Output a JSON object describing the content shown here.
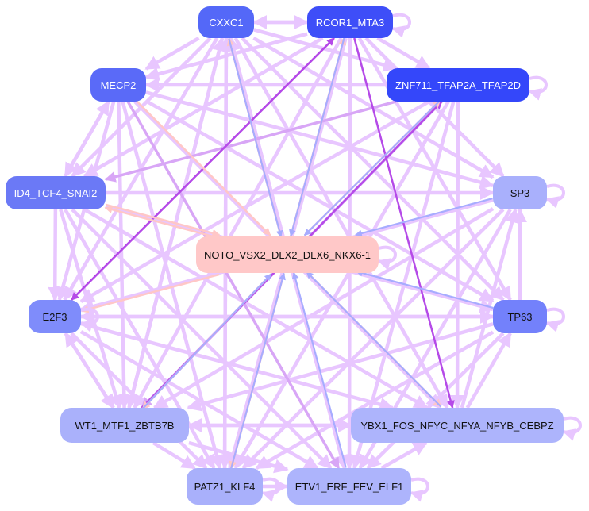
{
  "colors": {
    "edge_light": "#e8c6ff",
    "edge_mid": "#d8a6f6",
    "edge_strong": "#b54ae8",
    "edge_blue": "#a7acff",
    "edge_pink": "#ffc7c7",
    "background": "#ffffff"
  },
  "nodes": [
    {
      "id": "CXXC1",
      "label": "CXXC1",
      "color": "#5468f8",
      "text_color": "#ffffff"
    },
    {
      "id": "RCOR1_MTA3",
      "label": "RCOR1_MTA3",
      "color": "#3e4ef8",
      "text_color": "#ffffff"
    },
    {
      "id": "ZNF711",
      "label": "ZNF711_TFAP2A_TFAP2D",
      "color": "#3447fa",
      "text_color": "#ffffff"
    },
    {
      "id": "MECP2",
      "label": "MECP2",
      "color": "#5a6af8",
      "text_color": "#ffffff"
    },
    {
      "id": "ID4",
      "label": "ID4_TCF4_SNAI2",
      "color": "#6b79f6",
      "text_color": "#ffffff"
    },
    {
      "id": "SP3",
      "label": "SP3",
      "color": "#a9b0fc",
      "text_color": "#111111"
    },
    {
      "id": "NOTO",
      "label": "NOTO_VSX2_DLX2_DLX6_NKX6-1",
      "color": "#ffc8c8",
      "text_color": "#111111"
    },
    {
      "id": "E2F3",
      "label": "E2F3",
      "color": "#7f8cfb",
      "text_color": "#111111"
    },
    {
      "id": "TP63",
      "label": "TP63",
      "color": "#7381fb",
      "text_color": "#111111"
    },
    {
      "id": "WT1",
      "label": "WT1_MTF1_ZBTB7B",
      "color": "#aab1fb",
      "text_color": "#111111"
    },
    {
      "id": "YBX1",
      "label": "YBX1_FOS_NFYC_NFYA_NFYB_CEBPZ",
      "color": "#adb4fc",
      "text_color": "#111111"
    },
    {
      "id": "PATZ1",
      "label": "PATZ1_KLF4",
      "color": "#a9b0fb",
      "text_color": "#111111"
    },
    {
      "id": "ETV1",
      "label": "ETV1_ERF_FEV_ELF1",
      "color": "#adb4fc",
      "text_color": "#111111"
    }
  ],
  "edges": [
    [
      "CXXC1",
      "RCOR1_MTA3",
      "light"
    ],
    [
      "RCOR1_MTA3",
      "CXXC1",
      "light"
    ],
    [
      "CXXC1",
      "ZNF711",
      "light"
    ],
    [
      "CXXC1",
      "SP3",
      "light"
    ],
    [
      "CXXC1",
      "TP63",
      "light"
    ],
    [
      "CXXC1",
      "YBX1",
      "light"
    ],
    [
      "CXXC1",
      "ETV1",
      "light"
    ],
    [
      "CXXC1",
      "PATZ1",
      "light"
    ],
    [
      "CXXC1",
      "WT1",
      "light"
    ],
    [
      "CXXC1",
      "E2F3",
      "light"
    ],
    [
      "CXXC1",
      "ID4",
      "light"
    ],
    [
      "CXXC1",
      "MECP2",
      "light"
    ],
    [
      "CXXC1",
      "NOTO",
      "blue"
    ],
    [
      "NOTO",
      "CXXC1",
      "pink"
    ],
    [
      "RCOR1_MTA3",
      "NOTO",
      "blue"
    ],
    [
      "NOTO",
      "RCOR1_MTA3",
      "pink"
    ],
    [
      "RCOR1_MTA3",
      "MECP2",
      "light"
    ],
    [
      "RCOR1_MTA3",
      "ID4",
      "light"
    ],
    [
      "RCOR1_MTA3",
      "E2F3",
      "strong"
    ],
    [
      "RCOR1_MTA3",
      "WT1",
      "light"
    ],
    [
      "RCOR1_MTA3",
      "PATZ1",
      "light"
    ],
    [
      "RCOR1_MTA3",
      "ETV1",
      "light"
    ],
    [
      "RCOR1_MTA3",
      "YBX1",
      "strong"
    ],
    [
      "RCOR1_MTA3",
      "TP63",
      "light"
    ],
    [
      "RCOR1_MTA3",
      "SP3",
      "light"
    ],
    [
      "RCOR1_MTA3",
      "ZNF711",
      "light"
    ],
    [
      "ZNF711",
      "NOTO",
      "blue"
    ],
    [
      "NOTO",
      "ZNF711",
      "pink"
    ],
    [
      "ZNF711",
      "MECP2",
      "light"
    ],
    [
      "ZNF711",
      "ID4",
      "mid"
    ],
    [
      "ZNF711",
      "E2F3",
      "light"
    ],
    [
      "ZNF711",
      "WT1",
      "mid"
    ],
    [
      "ZNF711",
      "PATZ1",
      "light"
    ],
    [
      "ZNF711",
      "ETV1",
      "light"
    ],
    [
      "ZNF711",
      "YBX1",
      "light"
    ],
    [
      "MECP2",
      "NOTO",
      "pink"
    ],
    [
      "MECP2",
      "ID4",
      "light"
    ],
    [
      "ID4",
      "MECP2",
      "light"
    ],
    [
      "MECP2",
      "E2F3",
      "light"
    ],
    [
      "MECP2",
      "WT1",
      "light"
    ],
    [
      "MECP2",
      "PATZ1",
      "light"
    ],
    [
      "MECP2",
      "ETV1",
      "mid"
    ],
    [
      "MECP2",
      "YBX1",
      "light"
    ],
    [
      "MECP2",
      "SP3",
      "light"
    ],
    [
      "MECP2",
      "TP63",
      "light"
    ],
    [
      "ID4",
      "SP3",
      "light"
    ],
    [
      "ID4",
      "NOTO",
      "pink"
    ],
    [
      "NOTO",
      "ID4",
      "pink"
    ],
    [
      "ID4",
      "E2F3",
      "light"
    ],
    [
      "ID4",
      "WT1",
      "light"
    ],
    [
      "ID4",
      "PATZ1",
      "light"
    ],
    [
      "ID4",
      "ETV1",
      "light"
    ],
    [
      "ID4",
      "YBX1",
      "light"
    ],
    [
      "ID4",
      "TP63",
      "light"
    ],
    [
      "SP3",
      "NOTO",
      "blue"
    ],
    [
      "SP3",
      "E2F3",
      "light"
    ],
    [
      "SP3",
      "WT1",
      "light"
    ],
    [
      "SP3",
      "PATZ1",
      "light"
    ],
    [
      "SP3",
      "ETV1",
      "light"
    ],
    [
      "TP63",
      "NOTO",
      "blue"
    ],
    [
      "TP63",
      "E2F3",
      "light"
    ],
    [
      "TP63",
      "WT1",
      "light"
    ],
    [
      "TP63",
      "PATZ1",
      "light"
    ],
    [
      "TP63",
      "ETV1",
      "light"
    ],
    [
      "TP63",
      "SP3",
      "light"
    ],
    [
      "NOTO",
      "E2F3",
      "pink"
    ],
    [
      "NOTO",
      "WT1",
      "pink"
    ],
    [
      "NOTO",
      "PATZ1",
      "pink"
    ],
    [
      "NOTO",
      "YBX1",
      "pink"
    ],
    [
      "WT1",
      "NOTO",
      "blue"
    ],
    [
      "PATZ1",
      "NOTO",
      "blue"
    ],
    [
      "ETV1",
      "NOTO",
      "blue"
    ],
    [
      "YBX1",
      "NOTO",
      "blue"
    ],
    [
      "E2F3",
      "WT1",
      "light"
    ],
    [
      "WT1",
      "E2F3",
      "light"
    ],
    [
      "E2F3",
      "YBX1",
      "light"
    ],
    [
      "E2F3",
      "ETV1",
      "light"
    ],
    [
      "E2F3",
      "PATZ1",
      "light"
    ],
    [
      "E2F3",
      "TP63",
      "light"
    ],
    [
      "WT1",
      "YBX1",
      "light"
    ],
    [
      "WT1",
      "PATZ1",
      "light"
    ],
    [
      "WT1",
      "ETV1",
      "light"
    ],
    [
      "PATZ1",
      "ETV1",
      "light"
    ],
    [
      "ETV1",
      "YBX1",
      "light"
    ],
    [
      "YBX1",
      "SP3",
      "light"
    ],
    [
      "YBX1",
      "TP63",
      "light"
    ],
    [
      "YBX1",
      "WT1",
      "light"
    ],
    [
      "E2F3",
      "RCOR1_MTA3",
      "strong"
    ],
    [
      "WT1",
      "ZNF711",
      "strong"
    ],
    [
      "ETV1",
      "CXXC1",
      "light"
    ],
    [
      "PATZ1",
      "CXXC1",
      "light"
    ],
    [
      "WT1",
      "CXXC1",
      "light"
    ]
  ],
  "self_loops": [
    "RCOR1_MTA3",
    "ZNF711",
    "SP3",
    "TP63",
    "NOTO",
    "E2F3",
    "YBX1",
    "ETV1",
    "PATZ1"
  ]
}
